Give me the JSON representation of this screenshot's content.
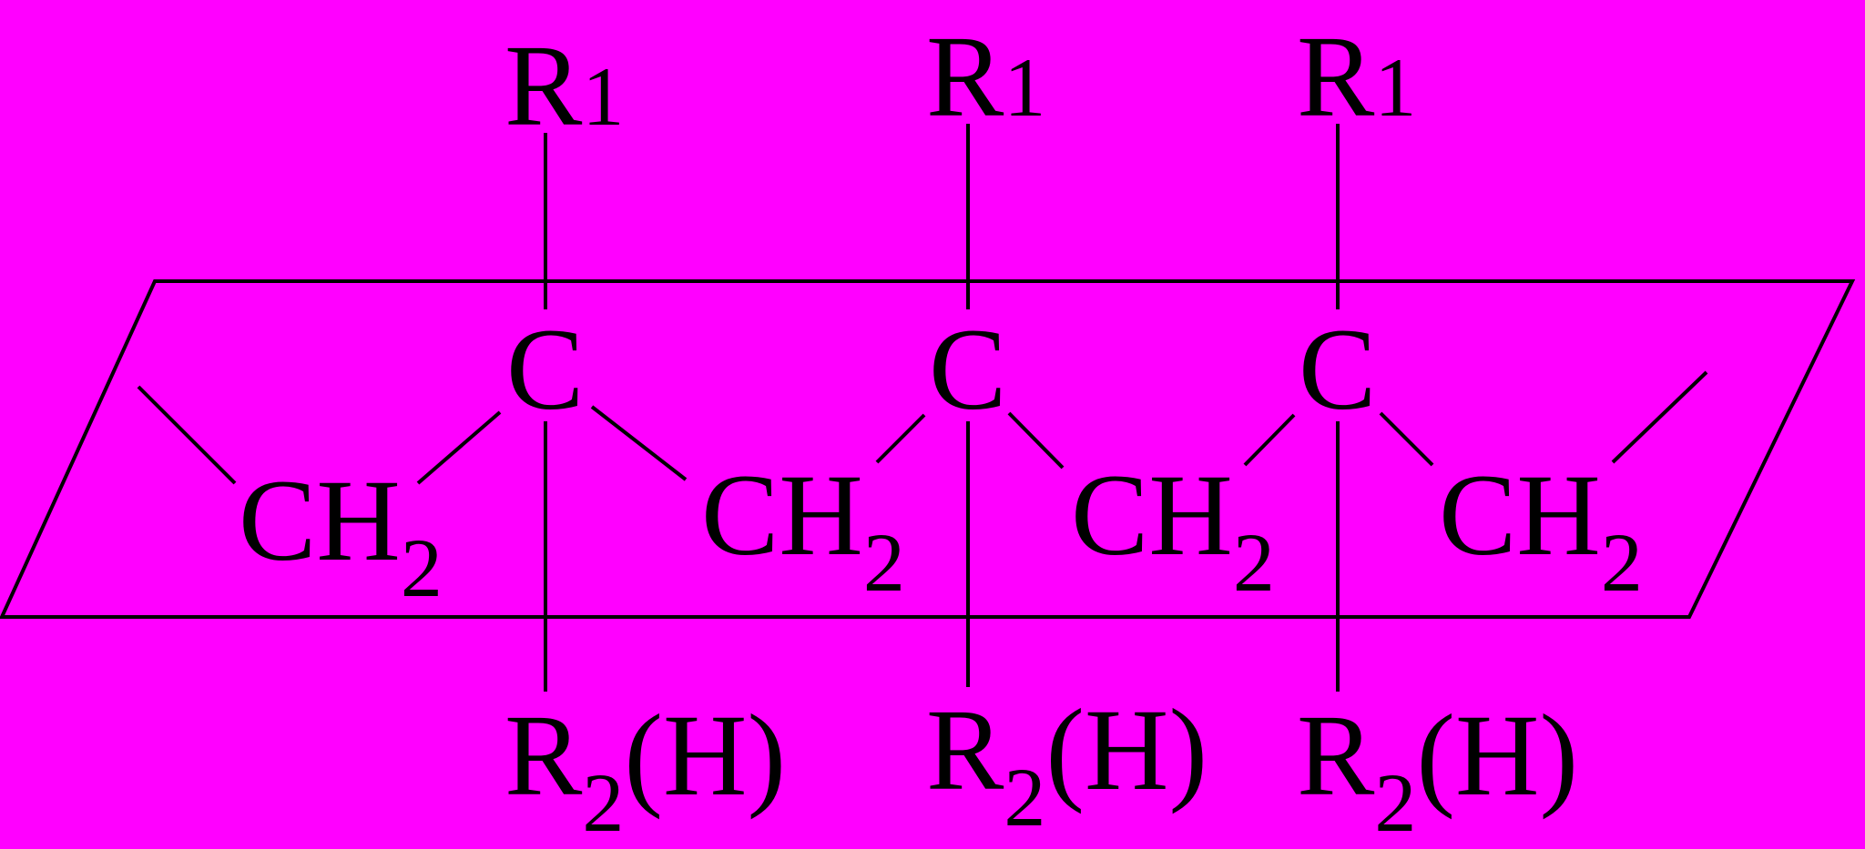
{
  "colors": {
    "background": "#ff00ff",
    "ink": "#000000"
  },
  "r1_labels": [
    {
      "main": "R",
      "sub": "1"
    },
    {
      "main": "R",
      "sub": "1"
    },
    {
      "main": "R",
      "sub": "1"
    }
  ],
  "carbon_labels": [
    {
      "main": "C"
    },
    {
      "main": "C"
    },
    {
      "main": "C"
    }
  ],
  "ch2_labels": [
    {
      "main": "CH",
      "sub": "2"
    },
    {
      "main": "CH",
      "sub": "2"
    },
    {
      "main": "CH",
      "sub": "2"
    },
    {
      "main": "CH",
      "sub": "2"
    }
  ],
  "r2_labels": [
    {
      "main": "R",
      "sub": "2",
      "tail": "(H)"
    },
    {
      "main": "R",
      "sub": "2",
      "tail": "(H)"
    },
    {
      "main": "R",
      "sub": "2",
      "tail": "(H)"
    }
  ]
}
